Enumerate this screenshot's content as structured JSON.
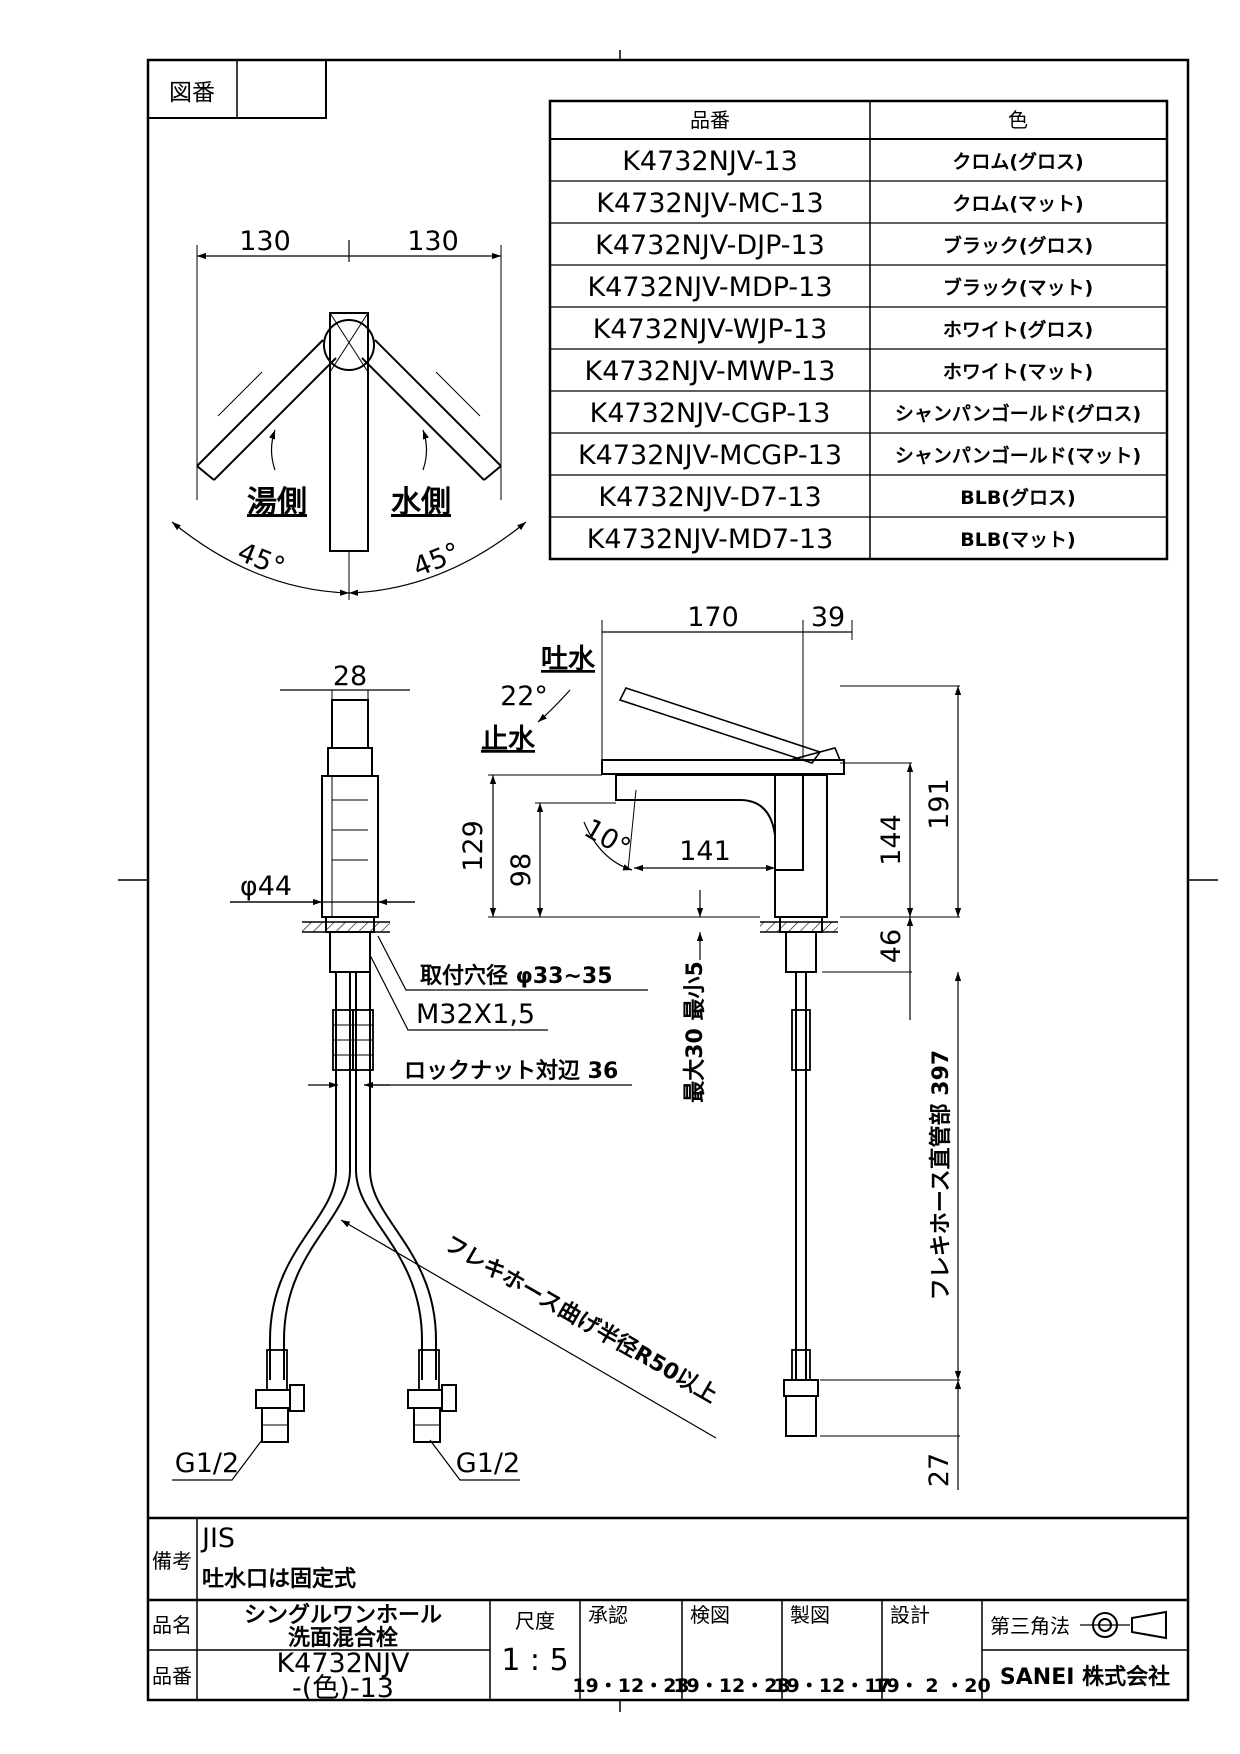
{
  "frame": {
    "drawing_no_label": "図番",
    "drawing_no_value": ""
  },
  "variant_table": {
    "header_code": "品番",
    "header_color": "色",
    "rows": [
      {
        "code": "K4732NJV-13",
        "color": "クロム(グロス)"
      },
      {
        "code": "K4732NJV-MC-13",
        "color": "クロム(マット)"
      },
      {
        "code": "K4732NJV-DJP-13",
        "color": "ブラック(グロス)"
      },
      {
        "code": "K4732NJV-MDP-13",
        "color": "ブラック(マット)"
      },
      {
        "code": "K4732NJV-WJP-13",
        "color": "ホワイト(グロス)"
      },
      {
        "code": "K4732NJV-MWP-13",
        "color": "ホワイト(マット)"
      },
      {
        "code": "K4732NJV-CGP-13",
        "color": "シャンパンゴールド(グロス)"
      },
      {
        "code": "K4732NJV-MCGP-13",
        "color": "シャンパンゴールド(マット)"
      },
      {
        "code": "K4732NJV-D7-13",
        "color": "BLB(グロス)"
      },
      {
        "code": "K4732NJV-MD7-13",
        "color": "BLB(マット)"
      }
    ]
  },
  "top_view": {
    "dim_left": "130",
    "dim_right": "130",
    "hot_label": "湯側",
    "cold_label": "水側",
    "angle_left": "45°",
    "angle_right": "45°"
  },
  "front_view": {
    "dim_width": "28",
    "dim_diameter": "φ44",
    "mount_hole": "取付穴径 φ33~35",
    "thread": "M32X1,5",
    "lock_nut": "ロックナット対辺 36",
    "hose_bend": "フレキホース曲げ半径R50以上",
    "connection_left": "G1/2",
    "connection_right": "G1/2"
  },
  "side_view": {
    "dim_spout": "170",
    "dim_body": "39",
    "spout_open": "吐水",
    "spout_close": "止水",
    "lever_angle": "22°",
    "dim_129": "129",
    "dim_98": "98",
    "spout_angle": "10°",
    "dim_141": "141",
    "dim_144": "144",
    "dim_191": "191",
    "dim_46": "46",
    "counter_thickness": "最大30 最小5",
    "hose_length": "フレキホース直管部 397",
    "dim_27": "27"
  },
  "notes": {
    "label": "備考",
    "line1": "JIS",
    "line2": "吐水口は固定式"
  },
  "title_block": {
    "name_label": "品名",
    "name_line1": "シングルワンホール",
    "name_line2": "洗面混合栓",
    "number_label": "品番",
    "number_line1": "K4732NJV",
    "number_line2": "-(色)-13",
    "scale_label": "尺度",
    "scale_value": "1 : 5",
    "approved_label": "承認",
    "approved_date": "19・12・23",
    "checked_label": "検図",
    "checked_date": "19・12・23",
    "drawn_label": "製図",
    "drawn_date": "19・12・17",
    "designed_label": "設計",
    "designed_date": "19・ 2 ・20",
    "projection_label": "第三角法",
    "company": "SANEI 株式会社"
  }
}
